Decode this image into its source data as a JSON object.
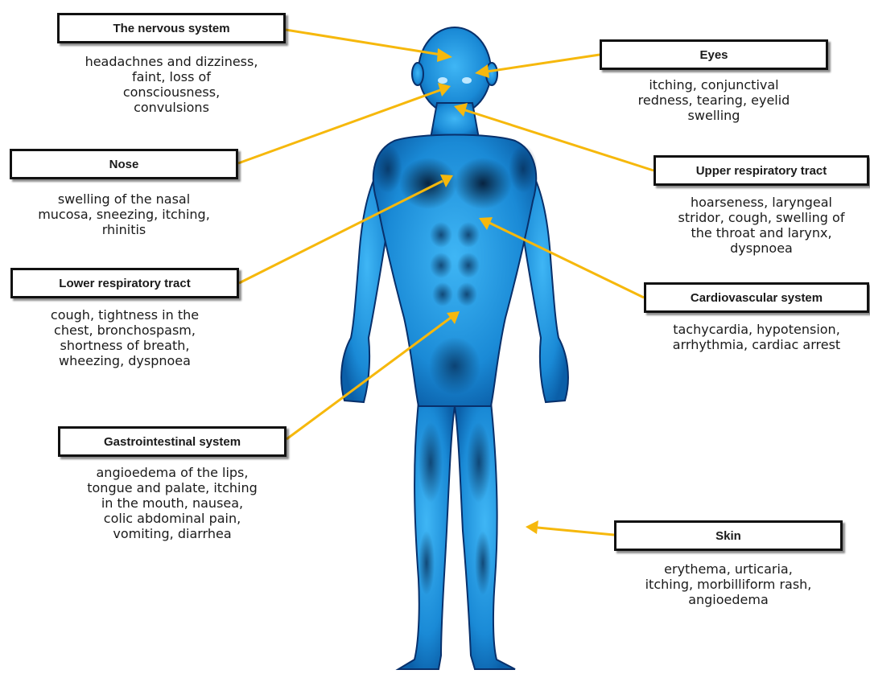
{
  "colors": {
    "arrow": "#f6b80c",
    "body_fill": "#1c8fd8",
    "body_outline": "#08306b",
    "box_border": "#111111"
  },
  "nodes": [
    {
      "id": "nervous",
      "title": "The nervous system",
      "lines": [
        "headachnes and dizziness,",
        "faint, loss of",
        "consciousness,",
        "convulsions"
      ]
    },
    {
      "id": "eyes",
      "title": "Eyes",
      "lines": [
        "itching, conjunctival",
        "redness, tearing, eyelid",
        "swelling"
      ]
    },
    {
      "id": "nose",
      "title": "Nose",
      "lines": [
        "swelling of the nasal",
        "mucosa, sneezing, itching,",
        "rhinitis"
      ]
    },
    {
      "id": "upper_resp",
      "title": "Upper respiratory tract",
      "lines": [
        "hoarseness, laryngeal",
        "stridor, cough, swelling of",
        "the throat and larynx,",
        "dyspnoea"
      ]
    },
    {
      "id": "lower_resp",
      "title": "Lower respiratory tract",
      "lines": [
        "cough, tightness in the",
        "chest, bronchospasm,",
        "shortness of breath,",
        "wheezing, dyspnoea"
      ]
    },
    {
      "id": "cardio",
      "title": "Cardiovascular system",
      "lines": [
        "tachycardia, hypotension,",
        "arrhythmia, cardiac arrest"
      ]
    },
    {
      "id": "gastro",
      "title": "Gastrointestinal system",
      "lines": [
        "angioedema of the lips,",
        "tongue and palate, itching",
        "in the mouth, nausea,",
        "colic abdominal pain,",
        "vomiting, diarrhea"
      ]
    },
    {
      "id": "skin",
      "title": "Skin",
      "lines": [
        "erythema, urticaria,",
        "itching, morbilliform rash,",
        "angioedema"
      ]
    }
  ]
}
